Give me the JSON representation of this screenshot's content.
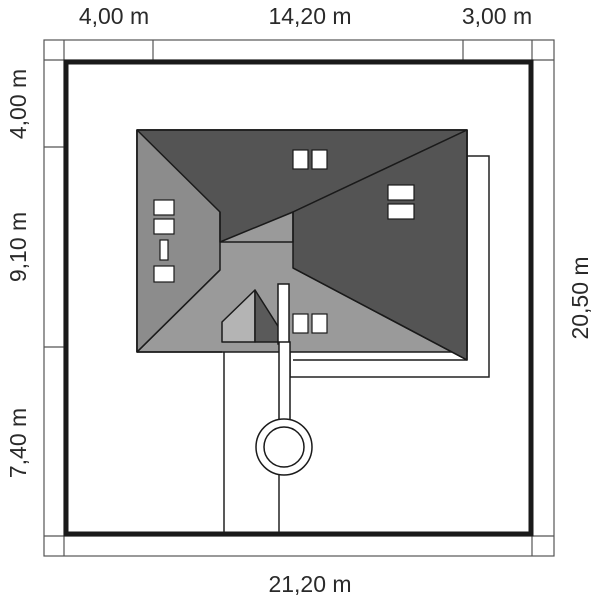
{
  "dimensions": {
    "top_left": "4,00 m",
    "top_middle": "14,20 m",
    "top_right": "3,00 m",
    "bottom": "21,20 m",
    "left_top": "4,00 m",
    "left_middle": "9,10 m",
    "left_bottom": "7,40 m",
    "right": "20,50 m"
  },
  "colors": {
    "roof_dark": "#545454",
    "roof_light": "#9a9a9a",
    "plot_border": "#1a1a1a",
    "line": "#222222",
    "window_fill": "#ffffff",
    "background": "#ffffff"
  }
}
